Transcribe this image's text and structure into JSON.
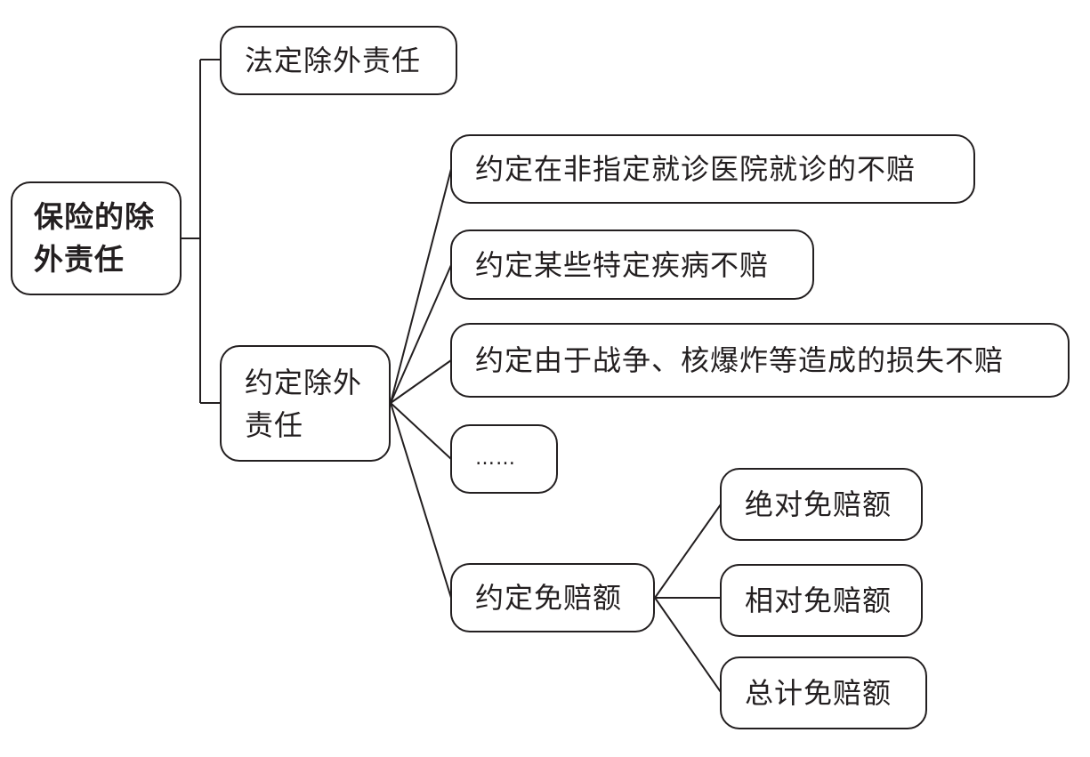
{
  "diagram": {
    "type": "mind-map",
    "root": {
      "label": "保险的除外责任",
      "label_lines": [
        "保险的除",
        "外责任"
      ]
    },
    "branches": [
      {
        "label": "法定除外责任"
      },
      {
        "label": "约定除外责任",
        "label_lines": [
          "约定除外",
          "责任"
        ],
        "children": [
          {
            "label": "约定在非指定就诊医院就诊的不赔"
          },
          {
            "label": "约定某些特定疾病不赔"
          },
          {
            "label": "约定由于战争、核爆炸等造成的损失不赔"
          },
          {
            "label": "……"
          },
          {
            "label": "约定免赔额",
            "children": [
              {
                "label": "绝对免赔额"
              },
              {
                "label": "相对免赔额"
              },
              {
                "label": "总计免赔额"
              }
            ]
          }
        ]
      }
    ],
    "colors": {
      "line": "#231f20",
      "background": "#ffffff"
    }
  }
}
